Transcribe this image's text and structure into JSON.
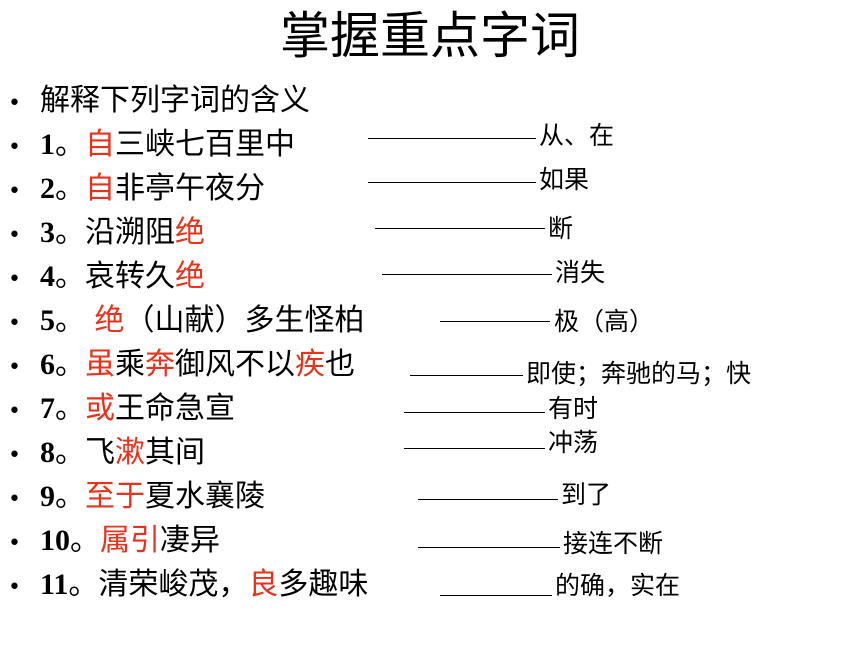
{
  "title": "掌握重点字词",
  "bullet": "•",
  "heading": "解释下列字词的含义",
  "items": [
    {
      "num": "1",
      "sep": "。",
      "parts": [
        {
          "t": "自",
          "red": true
        },
        {
          "t": "三峡七百里中",
          "red": false
        }
      ],
      "answer": "从、在"
    },
    {
      "num": "2",
      "sep": "。",
      "parts": [
        {
          "t": "自",
          "red": true
        },
        {
          "t": "非亭午夜分",
          "red": false
        }
      ],
      "answer": "如果"
    },
    {
      "num": "3",
      "sep": "。",
      "parts": [
        {
          "t": "沿溯阻",
          "red": false
        },
        {
          "t": "绝",
          "red": true
        }
      ],
      "answer": "断"
    },
    {
      "num": "4",
      "sep": "。",
      "parts": [
        {
          "t": "哀转久",
          "red": false
        },
        {
          "t": "绝",
          "red": true
        }
      ],
      "answer": "消失"
    },
    {
      "num": "5",
      "sep": "。 ",
      "parts": [
        {
          "t": "绝",
          "red": true
        },
        {
          "t": "（山献）多生怪柏",
          "red": false
        }
      ],
      "answer": "极（高）"
    },
    {
      "num": "6",
      "sep": "。",
      "parts": [
        {
          "t": "虽",
          "red": true
        },
        {
          "t": "乘",
          "red": false
        },
        {
          "t": "奔",
          "red": true
        },
        {
          "t": "御风不以",
          "red": false
        },
        {
          "t": "疾",
          "red": true
        },
        {
          "t": "也",
          "red": false
        }
      ],
      "answer": "即使；奔驰的马；快"
    },
    {
      "num": "7",
      "sep": "。",
      "parts": [
        {
          "t": "或",
          "red": true
        },
        {
          "t": "王命急宣",
          "red": false
        }
      ],
      "answer": "有时"
    },
    {
      "num": "8",
      "sep": "。",
      "parts": [
        {
          "t": "飞",
          "red": false
        },
        {
          "t": "漱",
          "red": true
        },
        {
          "t": "其间",
          "red": false
        }
      ],
      "answer": "冲荡"
    },
    {
      "num": "9",
      "sep": "。",
      "parts": [
        {
          "t": "至于",
          "red": true
        },
        {
          "t": "夏水襄陵",
          "red": false
        }
      ],
      "answer": "到了"
    },
    {
      "num": "10",
      "sep": "。",
      "parts": [
        {
          "t": "属引",
          "red": true
        },
        {
          "t": "凄异",
          "red": false
        }
      ],
      "answer": "接连不断"
    },
    {
      "num": "11",
      "sep": "。",
      "parts": [
        {
          "t": "清荣峻茂，",
          "red": false
        },
        {
          "t": "良",
          "red": true
        },
        {
          "t": "多趣味",
          "red": false
        }
      ],
      "answer": "的确，实在"
    }
  ],
  "colors": {
    "highlight": "#e8321c",
    "text": "#000000",
    "background": "#ffffff"
  }
}
